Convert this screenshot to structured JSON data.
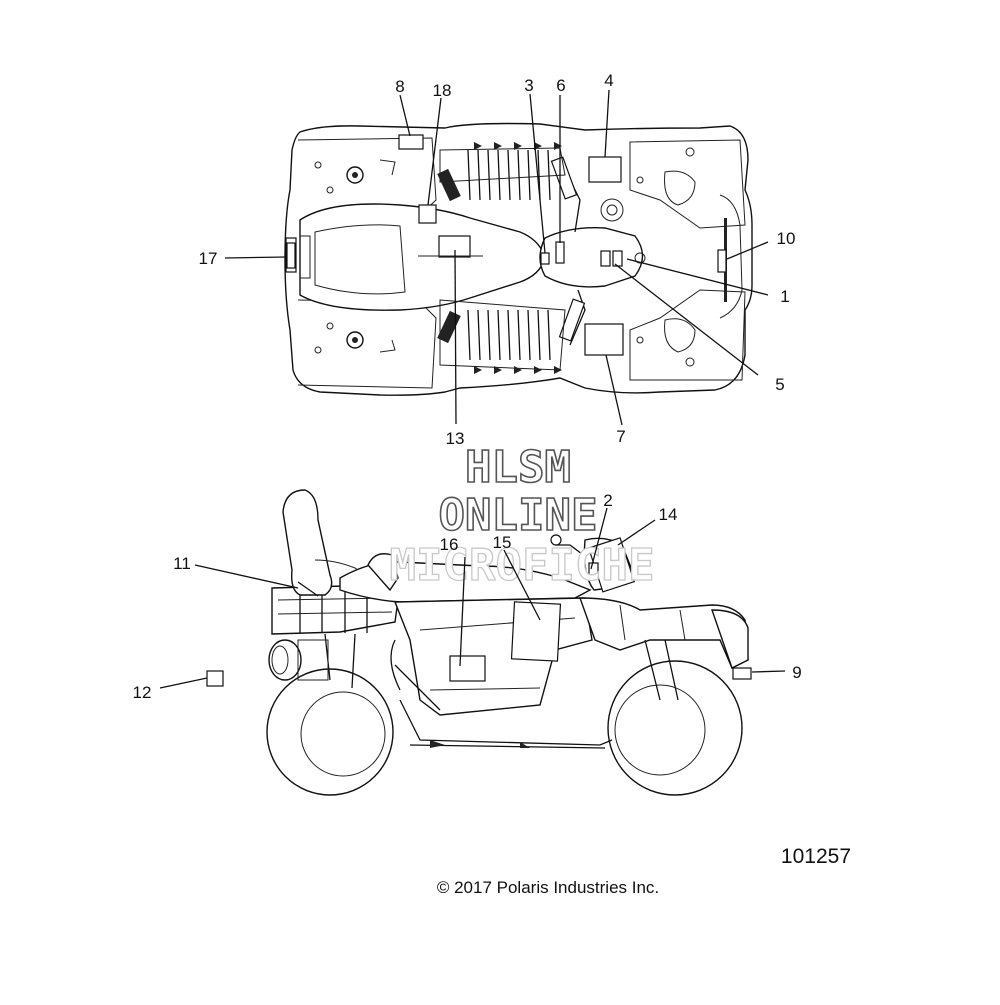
{
  "watermark": {
    "line1": "HLSM",
    "line2": "ONLINE",
    "line3": "MICROFICHE"
  },
  "callouts": {
    "c1": "1",
    "c2": "2",
    "c3": "3",
    "c4": "4",
    "c5": "5",
    "c6": "6",
    "c7": "7",
    "c8": "8",
    "c9": "9",
    "c10": "10",
    "c11": "11",
    "c12": "12",
    "c13": "13",
    "c14": "14",
    "c15": "15",
    "c16": "16",
    "c17": "17",
    "c18": "18"
  },
  "figure_number": "101257",
  "copyright": "© 2017  Polaris Industries Inc."
}
